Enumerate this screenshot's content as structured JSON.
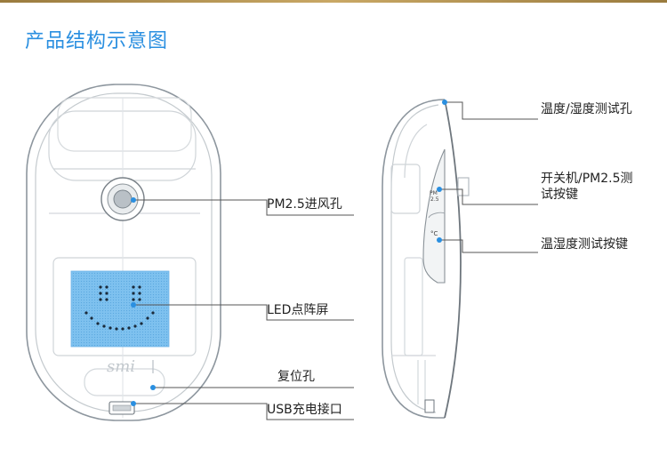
{
  "page_title": "产品结构示意图",
  "colors": {
    "title": "#2a8fe0",
    "accent_dot": "#2a8fe0",
    "screen_fill": "#7ec1ef",
    "outline": "#9aa3ab",
    "leader_line": "#555555",
    "top_bar": "#b8995a"
  },
  "front_view": {
    "logo_text": "smi",
    "labels": {
      "pm25_inlet": "PM2.5进风孔",
      "led_matrix": "LED点阵屏",
      "reset_hole": "复位孔",
      "usb_port": "USB充电接口"
    }
  },
  "side_view": {
    "button_pm_text_line1": "PM",
    "button_pm_text_line2": "2.5",
    "button_temp_text": "°C",
    "labels": {
      "humidity_hole": "温度/湿度测试孔",
      "power_pm_line1": "开关机/PM2.5测",
      "power_pm_line2": "试按键",
      "temp_button": "温湿度测试按键"
    }
  }
}
